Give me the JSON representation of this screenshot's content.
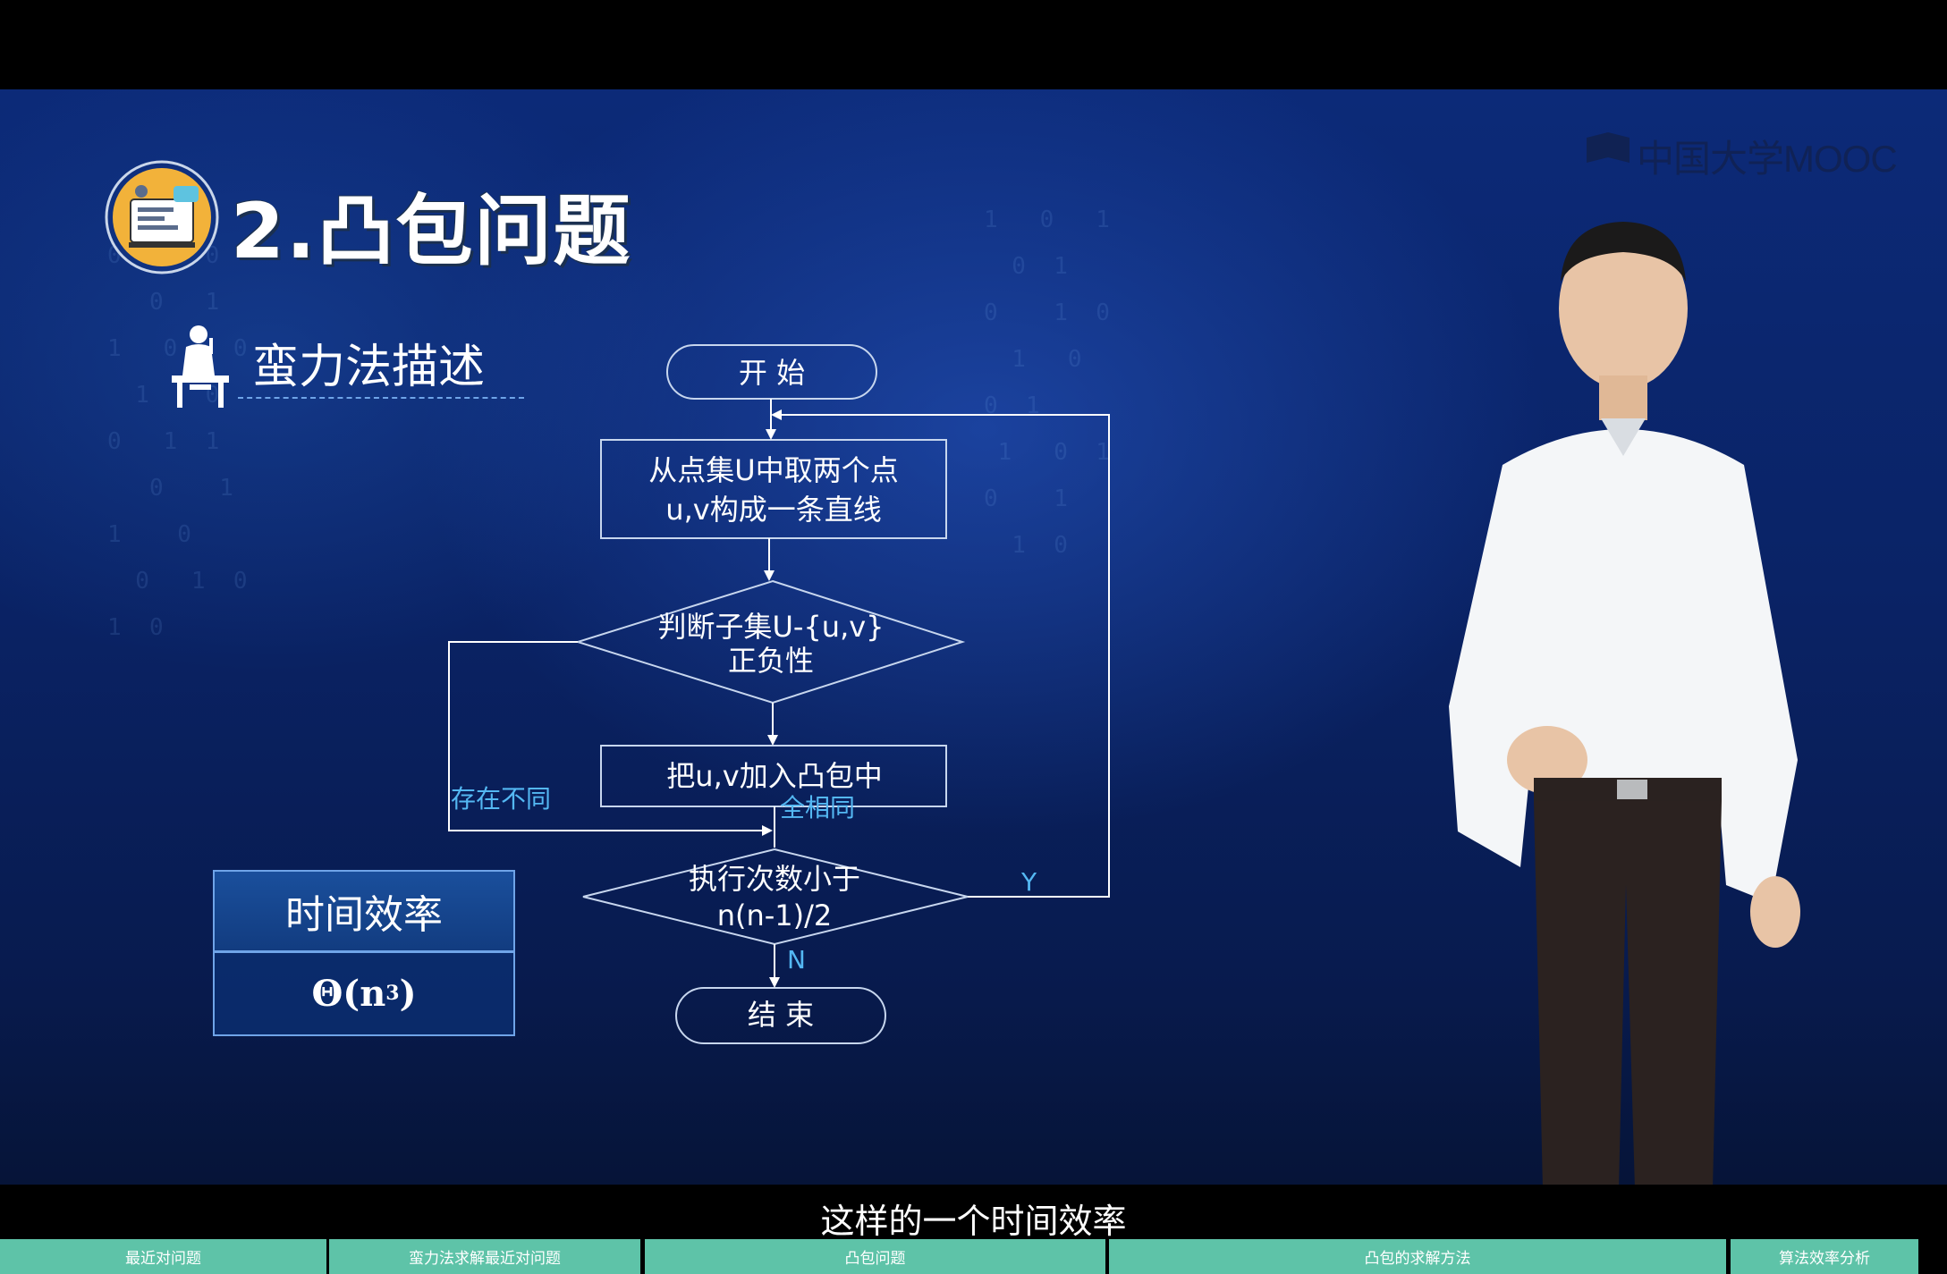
{
  "logo": {
    "text": "中国大学MOOC"
  },
  "slide": {
    "title": "2.凸包问题",
    "section_title": "蛮力法描述"
  },
  "flowchart": {
    "start": "开 始",
    "step1_line1": "从点集U中取两个点",
    "step1_line2": "u,v构成一条直线",
    "decision1_line1": "判断子集U-{u,v}",
    "decision1_line2": "正负性",
    "label_differ": "存在不同",
    "label_same": "全相同",
    "step2": "把u,v加入凸包中",
    "decision2_line1": "执行次数小于",
    "decision2_line2": "n(n-1)/2",
    "label_yes": "Y",
    "label_no": "N",
    "end": "结 束"
  },
  "efficiency": {
    "header": "时间效率",
    "value_base": "Θ(n",
    "value_exp": "3",
    "value_close": ")"
  },
  "subtitle": "这样的一个时间效率",
  "chapters": [
    {
      "label": "最近对问题"
    },
    {
      "label": "蛮力法求解最近对问题"
    },
    {
      "label": "凸包问题"
    },
    {
      "label": "凸包的求解方法"
    },
    {
      "label": "算法效率分析"
    }
  ],
  "colors": {
    "accent": "#54b8f3",
    "chapter_bar": "#5ec3a8",
    "slide_bg": "#0a2366"
  }
}
